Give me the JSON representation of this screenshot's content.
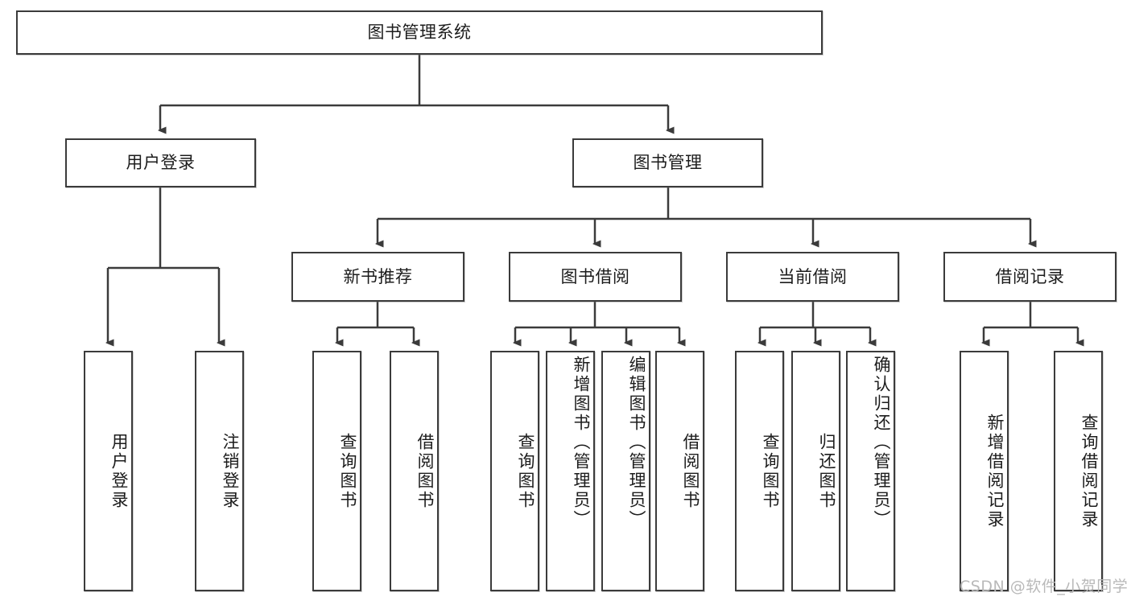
{
  "diagram": {
    "kind": "functional-structure-tree",
    "root": {
      "label": "图书管理系统"
    },
    "level2": [
      {
        "label": "用户登录"
      },
      {
        "label": "图书管理"
      }
    ],
    "level3": [
      {
        "label": "新书推荐"
      },
      {
        "label": "图书借阅"
      },
      {
        "label": "当前借阅"
      },
      {
        "label": "借阅记录"
      }
    ],
    "leaves": {
      "user_login": [
        {
          "label": "用户登录"
        },
        {
          "label": "注销登录"
        }
      ],
      "new_book_recommend": [
        {
          "label": "查询图书"
        },
        {
          "label": "借阅图书"
        }
      ],
      "book_borrow": [
        {
          "label": "查询图书"
        },
        {
          "label": "新增图书（管理员）"
        },
        {
          "label": "编辑图书（管理员）"
        },
        {
          "label": "借阅图书"
        }
      ],
      "current_borrow": [
        {
          "label": "查询图书"
        },
        {
          "label": "归还图书"
        },
        {
          "label": "确认归还（管理员）"
        }
      ],
      "borrow_record": [
        {
          "label": "新增借阅记录"
        },
        {
          "label": "查询借阅记录"
        }
      ]
    }
  },
  "watermark": {
    "text": "CSDN @软件_小贺同学"
  },
  "colors": {
    "stroke": "#3b3b3b",
    "fill": "#ffffff",
    "text": "#1c1c1c",
    "watermark": "#b9b9b9"
  }
}
